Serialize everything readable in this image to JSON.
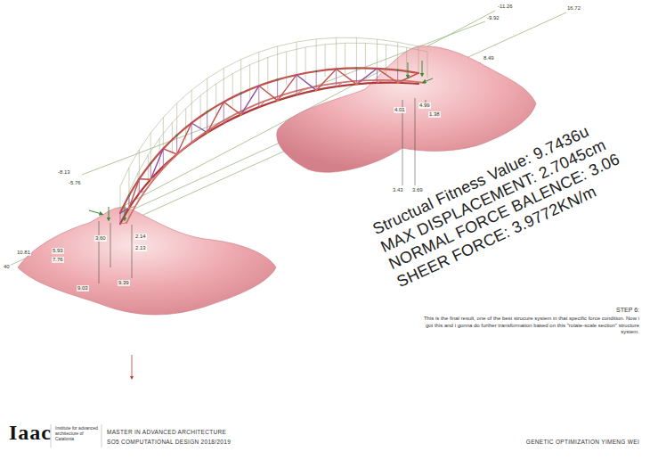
{
  "diagram": {
    "labels": [
      "Structual Fitness Value: 9.7436u",
      "MAX DISPLACEMENT: 2.7045cm",
      "NORMAL FORCE BALENCE: 3.06",
      "SHEER FORCE: 3.9772KN/m",
      "STEP 6:",
      "This is the final result, one of the best strucure system in that specific force condition. Now i got this and i gonna do further transformation based on this \"rotate-scale section\" structure system.",
      "-11.26",
      "16.72",
      "-9.92",
      "8.49",
      "4.01",
      "4.99",
      "1.38",
      "3.43",
      "3.69",
      "-8.13",
      "-5.76",
      "10.81",
      "5.93",
      "7.76",
      "3.60",
      "2.14",
      "2.13",
      "9.39",
      "9.03",
      "40",
      "Iaac",
      "Institute for advanced architecture of Catalonia",
      "MASTER IN ADVANCED ARCHITECTURE",
      "SO5 COMPUTATIONAL DESIGN 2018/2019",
      "GENETIC OPTIMIZATION YIMENG WEI"
    ]
  }
}
